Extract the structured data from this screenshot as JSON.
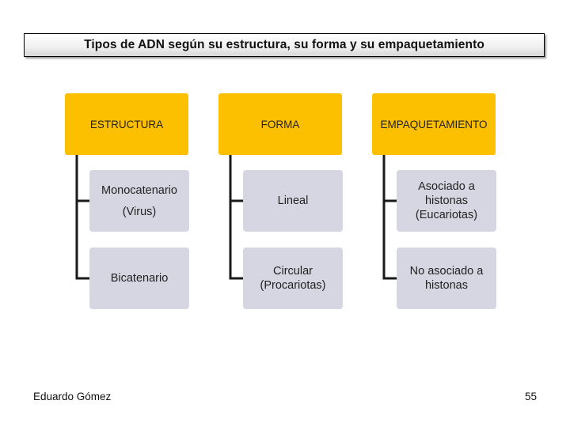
{
  "title": "Tipos de ADN según su estructura, su forma y su empaquetamiento",
  "columns": [
    {
      "header": "ESTRUCTURA",
      "items": [
        {
          "lines": [
            "Monocatenario",
            "(Virus)"
          ]
        },
        {
          "lines": [
            "Bicatenario"
          ]
        }
      ]
    },
    {
      "header": "FORMA",
      "items": [
        {
          "lines": [
            "Lineal"
          ]
        },
        {
          "lines": [
            "Circular",
            "(Procariotas)"
          ]
        }
      ]
    },
    {
      "header": "EMPAQUETAMIENTO",
      "items": [
        {
          "lines": [
            "Asociado a",
            "histonas",
            "(Eucariotas)"
          ]
        },
        {
          "lines": [
            "No asociado a",
            "histonas"
          ]
        }
      ]
    }
  ],
  "footer": {
    "author": "Eduardo Gómez",
    "page_number": "55"
  },
  "colors": {
    "header_fill": "#fcc000",
    "item_fill": "#d6d6e2",
    "connector": "#1a1a1a"
  }
}
